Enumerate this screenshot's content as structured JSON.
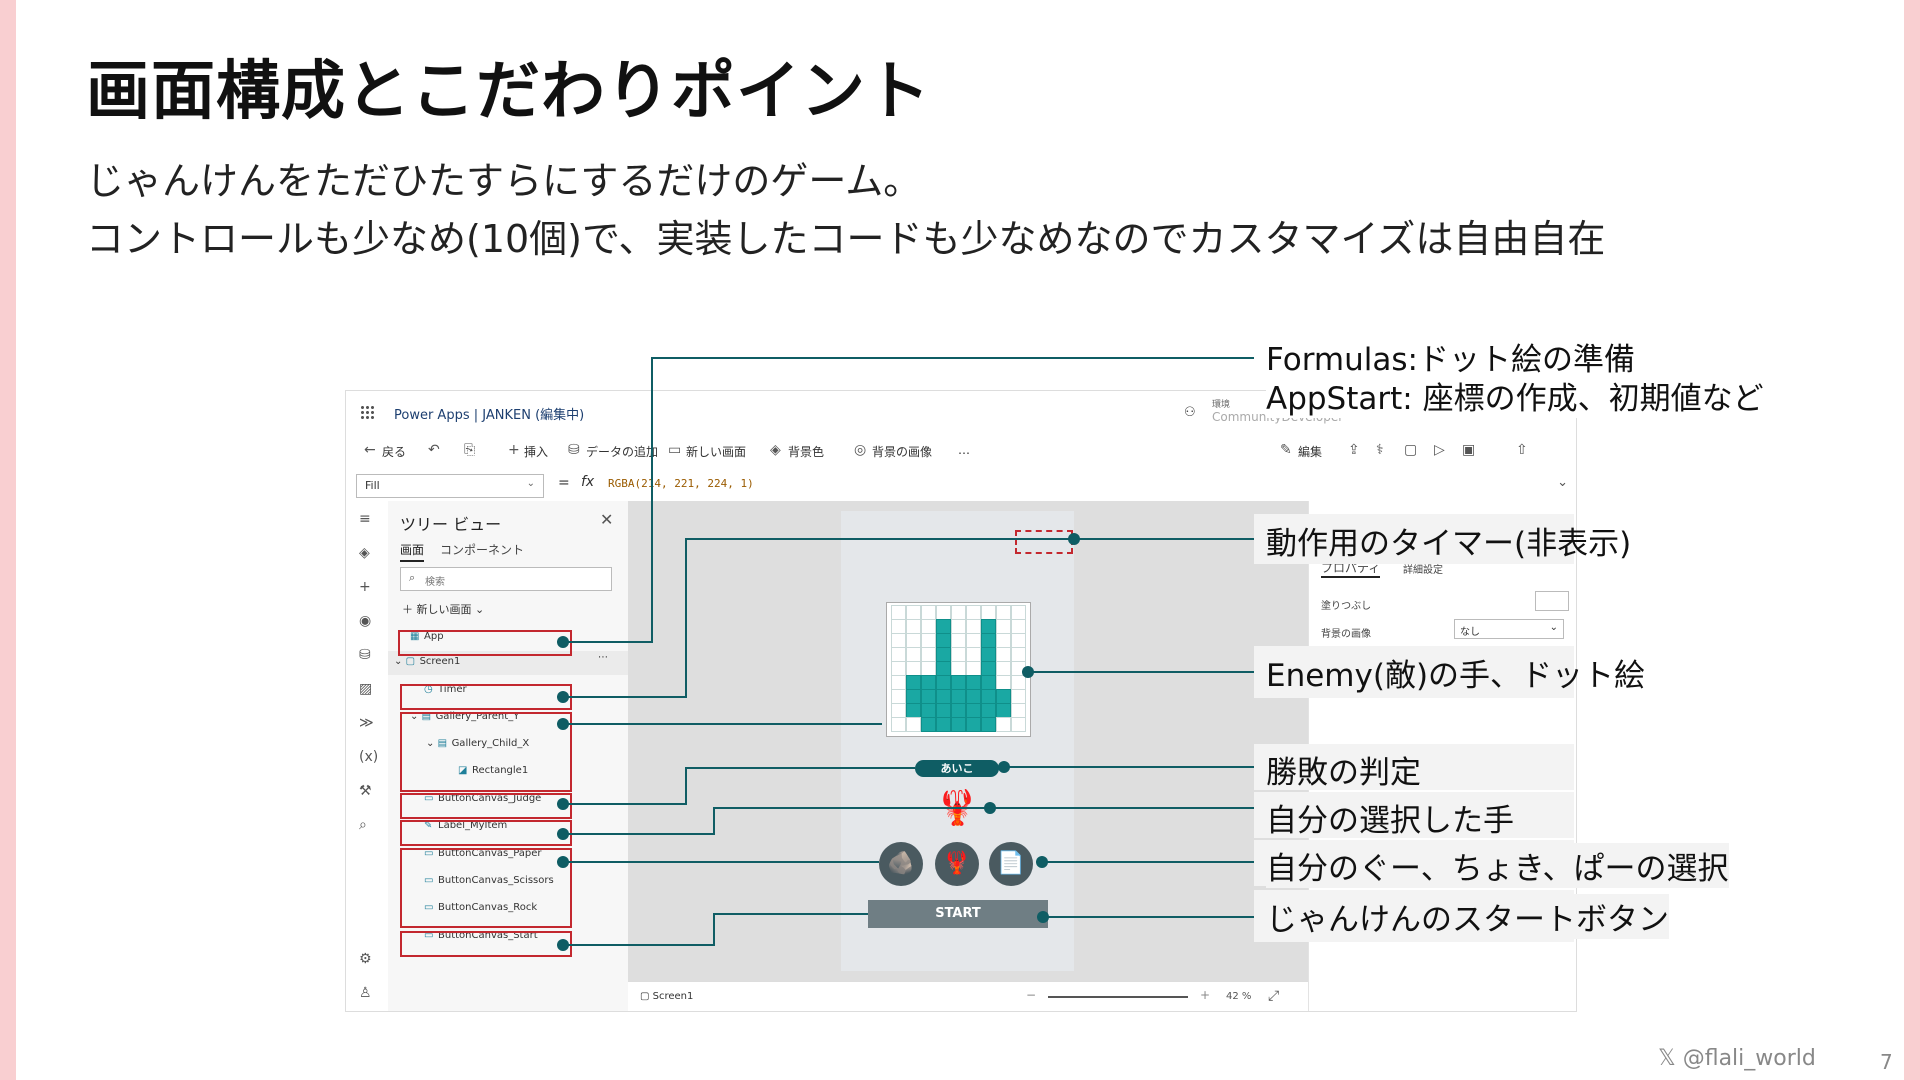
{
  "slide": {
    "title": "画面構成とこだわりポイント",
    "subtitle_line1": "じゃんけんをただひたすらにするだけのゲーム。",
    "subtitle_line2": "コントロールも少なめ(10個)で、実装したコードも少なめなのでカスタマイズは自由自在",
    "footer_handle": "𝕏 @flali_world",
    "page_number": "7"
  },
  "app": {
    "title": "Power Apps | JANKEN (編集中)",
    "environment_label": "環境",
    "environment_name": "CommunityDeveloper",
    "toolbar": {
      "back": "戻る",
      "insert": "挿入",
      "add_data": "データの追加",
      "new_screen": "新しい画面",
      "background_color": "背景色",
      "background_image": "背景の画像",
      "more": "…",
      "edit": "編集"
    },
    "formula_bar": {
      "property": "Fill",
      "equals": "=",
      "fx": "fx",
      "formula": "RGBA(214, 221, 224, 1)"
    },
    "tree_view": {
      "title": "ツリー ビュー",
      "tab_screens": "画面",
      "tab_components": "コンポーネント",
      "search_placeholder": "検索",
      "new_screen": "新しい画面",
      "nodes": {
        "app": "App",
        "screen1": "Screen1",
        "timer": "Timer",
        "gallery_parent": "Gallery_Parent_Y",
        "gallery_child": "Gallery_Child_X",
        "rectangle": "Rectangle1",
        "judge": "ButtonCanvas_Judge",
        "label_myitem": "Label_MyItem",
        "paper": "ButtonCanvas_Paper",
        "scissors": "ButtonCanvas_Scissors",
        "rock": "ButtonCanvas_Rock",
        "start": "ButtonCanvas_Start"
      }
    },
    "canvas": {
      "judge_label": "あいこ",
      "start_label": "START"
    },
    "properties_panel": {
      "tab_properties": "プロパティ",
      "tab_advanced": "詳細設定",
      "fill_label": "塗りつぶし",
      "bg_image_label": "背景の画像",
      "bg_image_value": "なし"
    },
    "status_bar": {
      "screen": "Screen1",
      "zoom": "42 %"
    }
  },
  "annotations": {
    "formulas": "Formulas:ドット絵の準備",
    "appstart": "AppStart: 座標の作成、初期値など",
    "timer": "動作用のタイマー(非表示)",
    "enemy": "Enemy(敵)の手、ドット絵",
    "judge": "勝敗の判定",
    "my_choice": "自分の選択した手",
    "choices": "自分のぐー、ちょき、ぱーの選択",
    "start": "じゃんけんのスタートボタン"
  },
  "colors": {
    "accent_pink": "#f9cfd1",
    "teal": "#0f5d64",
    "highlight_red": "#c3282f",
    "pixel_on": "#1aa8a3"
  },
  "icons": {
    "rock": "rock-icon",
    "scissors": "crab-scissors-icon",
    "paper": "paper-icon"
  }
}
